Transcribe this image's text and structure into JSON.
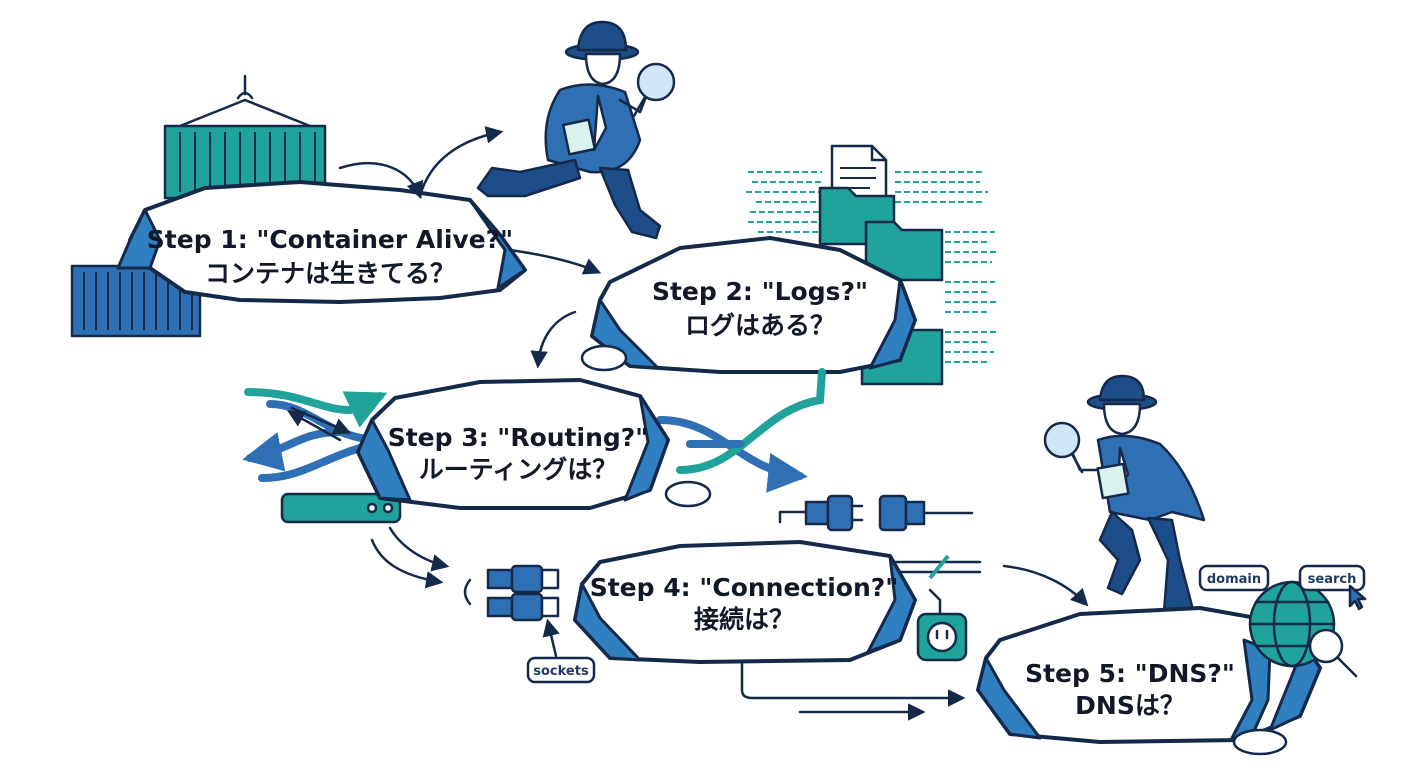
{
  "steps": [
    {
      "title": "Step 1: \"Container Alive?\"",
      "subtitle": "コンテナは生きてる？"
    },
    {
      "title": "Step 2: \"Logs?\"",
      "subtitle": "ログはある？"
    },
    {
      "title": "Step 3: \"Routing?\"",
      "subtitle": "ルーティングは？"
    },
    {
      "title": "Step 4: \"Connection?\"",
      "subtitle": "接続は？"
    },
    {
      "title": "Step 5: \"DNS?\"",
      "subtitle": "DNSは？"
    }
  ],
  "tags": {
    "sockets": "sockets",
    "domain": "domain",
    "search": "search"
  },
  "colors": {
    "navy": "#15294a",
    "blue": "#2f6fb3",
    "teal": "#1fa39a"
  },
  "icons": [
    "shipping-container-icon",
    "detective-icon",
    "magnifying-glass-icon",
    "folder-icon",
    "document-icon",
    "router-icon",
    "plug-icon",
    "power-socket-icon",
    "globe-icon",
    "cursor-icon"
  ]
}
